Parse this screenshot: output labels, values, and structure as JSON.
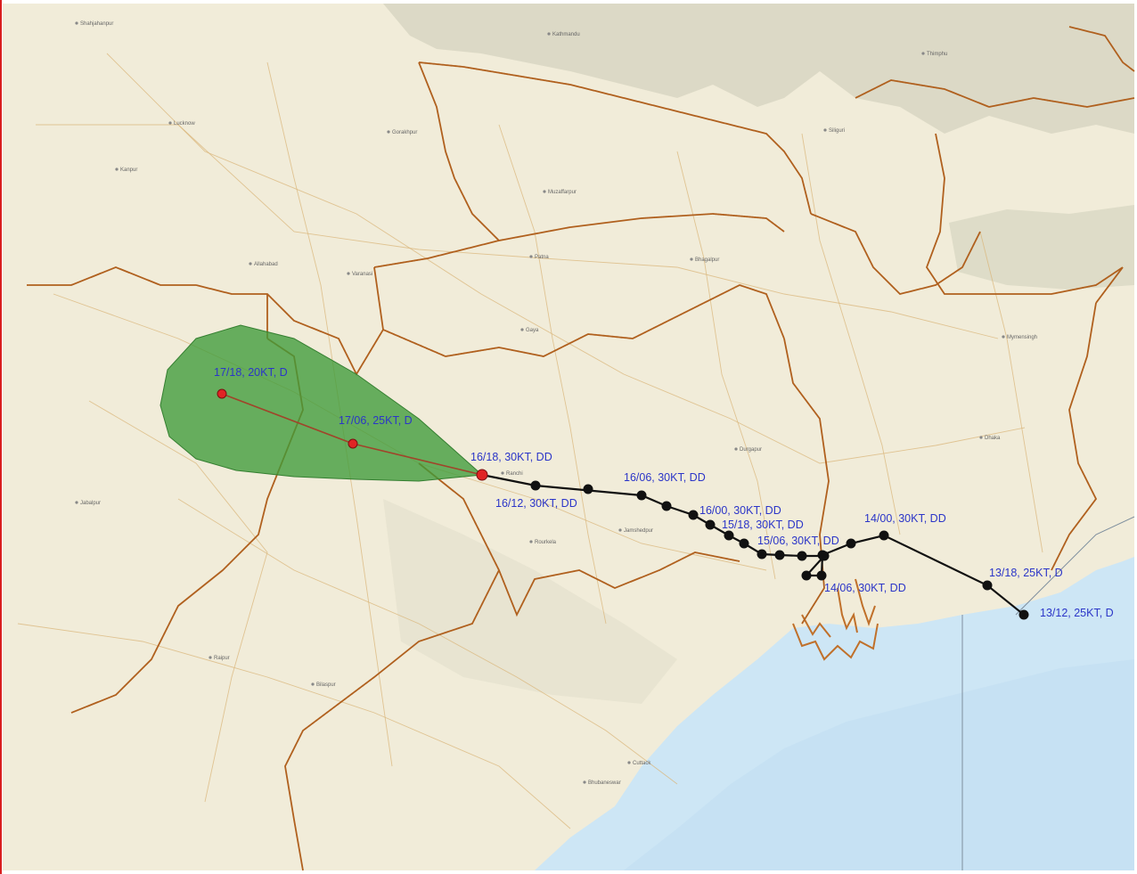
{
  "map": {
    "colors": {
      "land": "#f1ecd9",
      "hills": "#d8d6c2",
      "water": "#cde6f5",
      "border": "#b0601e",
      "road": "#d9b57a",
      "cone": "#3f9b3a",
      "observed_track": "#111111",
      "forecast_track": "#a0442a",
      "forecast_point": "#e02424",
      "label": "#2b35c8",
      "frame": "#d81e1e"
    },
    "observed_points": [
      {
        "id": "p13-12",
        "label": "13/12, 25KT, D"
      },
      {
        "id": "p13-18",
        "label": "13/18, 25KT, D"
      },
      {
        "id": "p14-00",
        "label": "14/00, 30KT, DD"
      },
      {
        "id": "p14-03",
        "label": ""
      },
      {
        "id": "p14-06",
        "label": "14/06, 30KT, DD"
      },
      {
        "id": "p14-09",
        "label": ""
      },
      {
        "id": "p14-12",
        "label": ""
      },
      {
        "id": "p14-15",
        "label": ""
      },
      {
        "id": "p14-18",
        "label": ""
      },
      {
        "id": "p15-00",
        "label": ""
      },
      {
        "id": "p15-03",
        "label": ""
      },
      {
        "id": "p15-06",
        "label": "15/06, 30KT, DD"
      },
      {
        "id": "p15-09",
        "label": ""
      },
      {
        "id": "p15-12",
        "label": ""
      },
      {
        "id": "p15-18",
        "label": "15/18, 30KT, DD"
      },
      {
        "id": "p16-00",
        "label": "16/00, 30KT, DD"
      },
      {
        "id": "p16-03",
        "label": ""
      },
      {
        "id": "p16-06",
        "label": "16/06, 30KT, DD"
      },
      {
        "id": "p16-12",
        "label": "16/12, 30KT, DD"
      }
    ],
    "forecast_points": [
      {
        "id": "f16-18",
        "label": "16/18, 30KT, DD"
      },
      {
        "id": "f17-06",
        "label": "17/06, 25KT, D"
      },
      {
        "id": "f17-18",
        "label": "17/18, 20KT, D"
      }
    ],
    "places": [
      "Shahjahanpur",
      "Lucknow",
      "Kanpur",
      "Allahabad",
      "Varanasi",
      "Patna",
      "Gaya",
      "Ranchi",
      "Jamshedpur",
      "Durgapur",
      "Dhaka",
      "Kathmandu",
      "Thimphu",
      "Siliguri",
      "Jabalpur",
      "Raipur",
      "Bhubaneswar",
      "Cuttack",
      "Rourkela",
      "Mymensingh",
      "Bhagalpur",
      "Muzaffarpur",
      "Gorakhpur",
      "Bilaspur"
    ]
  }
}
